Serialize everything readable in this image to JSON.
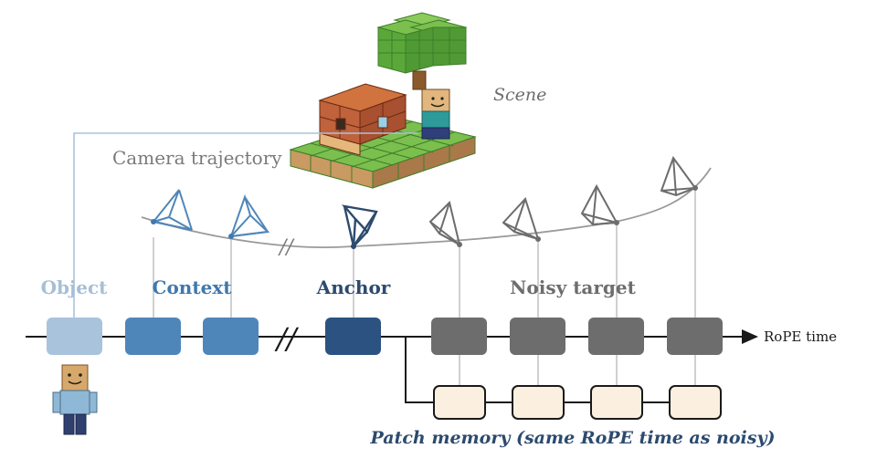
{
  "labels": {
    "scene": "Scene",
    "camera_trajectory": "Camera trajectory",
    "object": "Object",
    "context": "Context",
    "anchor": "Anchor",
    "noisy_target": "Noisy target",
    "rope_time": "RoPE time",
    "patch_memory": "Patch memory (same RoPE time as noisy)",
    "break_mark": "//"
  },
  "colors": {
    "object_token": "#a9c3dc",
    "object_label": "#a7bfd6",
    "context_token": "#4f86b9",
    "context_label": "#3f79ad",
    "anchor_token": "#2c5282",
    "anchor_label": "#2c4a6e",
    "noisy_token": "#6d6d6d",
    "noisy_label": "#6d6d6d",
    "memory_fill": "#fbf0e0",
    "memory_border": "#1a1a1a",
    "axis": "#1a1a1a",
    "trajectory": "#9a9a9a",
    "camera_context": "#4f86b9",
    "camera_anchor": "#2c4a6e",
    "camera_noisy": "#6d6d6d",
    "leaf_light": "#7bbf4e",
    "leaf_dark": "#4f9a34",
    "brick": "#c0623b",
    "wood": "#c99a62",
    "dirt": "#8b6437"
  }
}
